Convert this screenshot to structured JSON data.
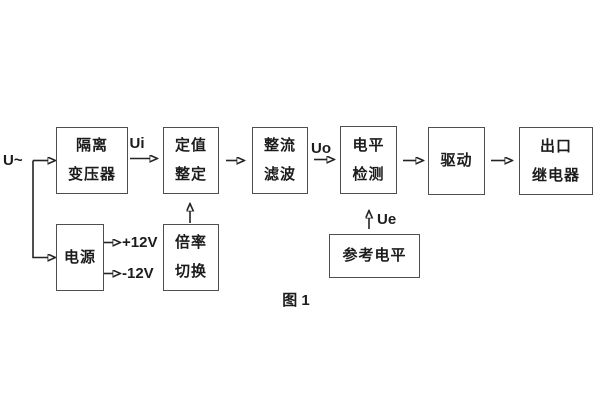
{
  "figure": {
    "caption": "图 1",
    "input_label": "U~",
    "signals": {
      "ui": "Ui",
      "uo": "Uo",
      "ue": "Ue",
      "rail_pos": "+12V",
      "rail_neg": "-12V"
    },
    "boxes": {
      "isolation": {
        "lines": [
          "隔离",
          "变压器"
        ]
      },
      "setting": {
        "lines": [
          "定值",
          "整定"
        ]
      },
      "rectifier": {
        "lines": [
          "整流",
          "滤波"
        ]
      },
      "level": {
        "lines": [
          "电平",
          "检测"
        ]
      },
      "drive": {
        "lines": [
          "驱动"
        ]
      },
      "relay": {
        "lines": [
          "出口",
          "继电器"
        ]
      },
      "power": {
        "lines": [
          "电源"
        ]
      },
      "ratio": {
        "lines": [
          "倍率",
          "切换"
        ]
      },
      "reference": {
        "lines": [
          "参考电平"
        ]
      }
    },
    "colors": {
      "background": "#ffffff",
      "box_border": "#4f4f4f",
      "line": "#242424",
      "text": "#1c1c1c"
    }
  }
}
